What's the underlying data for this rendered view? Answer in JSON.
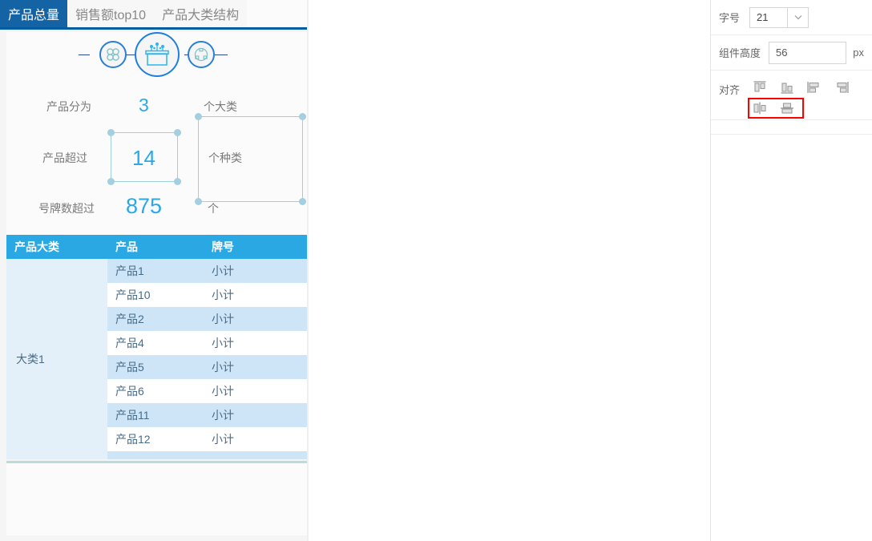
{
  "tabs": [
    {
      "label": "产品总量",
      "active": true,
      "name": "tab-product-total"
    },
    {
      "label": "销售额top10",
      "active": false,
      "name": "tab-sales-top10"
    },
    {
      "label": "产品大类结构",
      "active": false,
      "name": "tab-category-structure"
    }
  ],
  "process_icons": [
    {
      "name": "clover-icon"
    },
    {
      "name": "product-box-icon"
    },
    {
      "name": "network-node-icon"
    }
  ],
  "stats": [
    {
      "label": "产品分为",
      "value": "3",
      "unit": "个大类"
    },
    {
      "label": "产品超过",
      "value": "14",
      "unit": "个种类"
    },
    {
      "label": "号牌数超过",
      "value": "875",
      "unit": "个"
    }
  ],
  "table": {
    "columns": [
      "产品大类",
      "产品",
      "牌号"
    ],
    "group_label": "大类1",
    "rows": [
      {
        "product": "产品1",
        "brand": "小计"
      },
      {
        "product": "产品10",
        "brand": "小计"
      },
      {
        "product": "产品2",
        "brand": "小计"
      },
      {
        "product": "产品4",
        "brand": "小计"
      },
      {
        "product": "产品5",
        "brand": "小计"
      },
      {
        "product": "产品6",
        "brand": "小计"
      },
      {
        "product": "产品11",
        "brand": "小计"
      },
      {
        "product": "产品12",
        "brand": "小计"
      }
    ]
  },
  "properties": {
    "font_size": {
      "label": "字号",
      "value": "21"
    },
    "component_height": {
      "label": "组件高度",
      "value": "56",
      "unit": "px"
    },
    "align": {
      "label": "对齐",
      "buttons": [
        {
          "name": "align-top-icon",
          "highlighted": false
        },
        {
          "name": "align-bottom-icon",
          "highlighted": false
        },
        {
          "name": "align-left-icon",
          "highlighted": false
        },
        {
          "name": "align-right-icon",
          "highlighted": false
        },
        {
          "name": "align-vertical-center-icon",
          "highlighted": true
        },
        {
          "name": "align-horizontal-center-icon",
          "highlighted": true
        }
      ]
    }
  },
  "colors": {
    "tab_active_bg": "#1464a5",
    "tab_underline": "#005ca1",
    "stat_number": "#2aa8e8",
    "table_header": "#29a8e4",
    "table_row_even": "#cde5f7",
    "selection_handle": "#a4cfe0",
    "highlight_box": "#ff0000"
  }
}
